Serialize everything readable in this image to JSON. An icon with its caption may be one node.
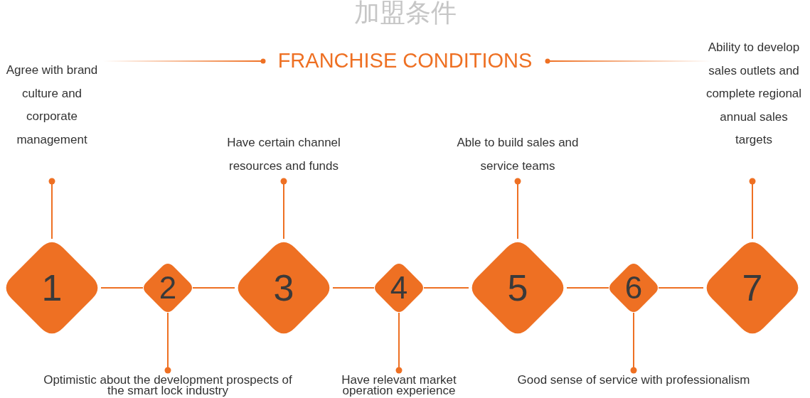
{
  "diagram": {
    "title": "加盟条件",
    "nodes": [
      {
        "text": [
          "1"
        ]
      },
      {
        "text": [
          "2"
        ]
      },
      {
        "text": [
          "3"
        ]
      },
      {
        "text": [
          "4"
        ]
      },
      {
        "text": [
          "5"
        ]
      },
      {
        "text": [
          "6"
        ]
      },
      {
        "text": [
          "7"
        ]
      },
      {
        "text": [
          "Agree with brand culture and corporate management"
        ]
      },
      {
        "text": [
          "Optimistic about the development prospects of the smart lock industry"
        ]
      },
      {
        "text": [
          "Have certain channel resources and funds"
        ]
      },
      {
        "text": [
          "Have relevant market operation experience"
        ]
      },
      {
        "text": [
          "Able to build sales and service teams"
        ]
      },
      {
        "text": [
          "Good sense of service with professionalism"
        ]
      },
      {
        "text": [
          "Ability to develop sales outlets and complete regional annual sales targets"
        ]
      }
    ],
    "edges": [
      {
        "from": 0,
        "to": 1,
        "arrow": "none"
      },
      {
        "from": 1,
        "to": 2,
        "arrow": "none"
      },
      {
        "from": 2,
        "to": 3,
        "arrow": "none"
      },
      {
        "from": 3,
        "to": 4,
        "arrow": "none"
      },
      {
        "from": 4,
        "to": 5,
        "arrow": "none"
      },
      {
        "from": 5,
        "to": 6,
        "arrow": "none"
      },
      {
        "from": 7,
        "to": 0,
        "arrow": "other"
      },
      {
        "from": 8,
        "to": 1,
        "arrow": "other"
      },
      {
        "from": 9,
        "to": 2,
        "arrow": "other"
      },
      {
        "from": 10,
        "to": 3,
        "arrow": "other"
      },
      {
        "from": 11,
        "to": 4,
        "arrow": "other"
      },
      {
        "from": 12,
        "to": 5,
        "arrow": "other"
      },
      {
        "from": 13,
        "to": 6,
        "arrow": "other"
      }
    ],
    "labels": [
      "FRANCHISE CONDITIONS"
    ]
  }
}
